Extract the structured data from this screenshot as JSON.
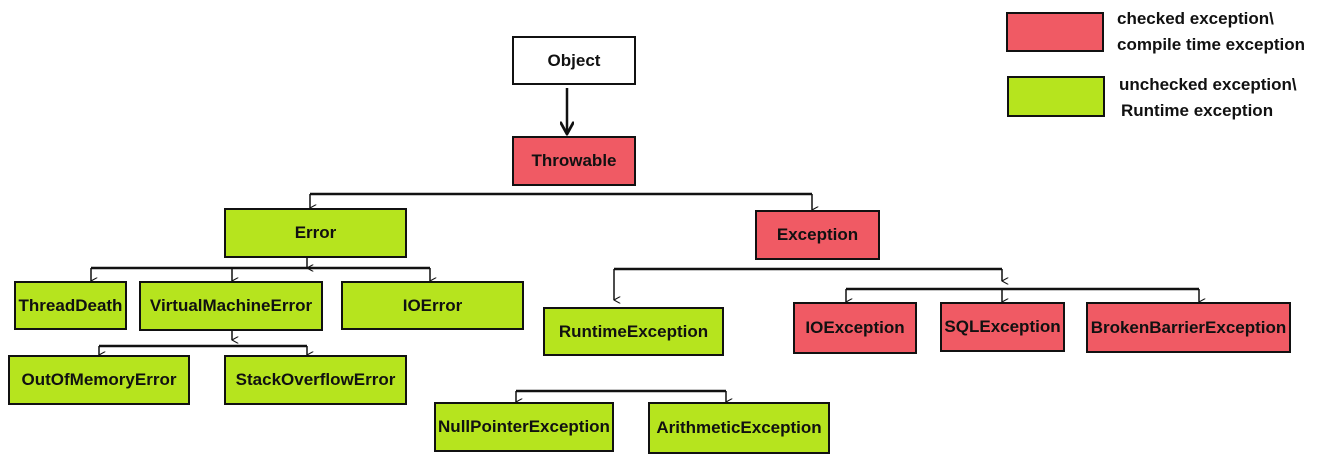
{
  "colors": {
    "checked": "#f05a64",
    "unchecked": "#b6e41e",
    "plain": "#ffffff",
    "line": "#111111"
  },
  "legend": {
    "checked_line1": "checked exception\\",
    "checked_line2": "compile time exception",
    "unchecked_line1": "unchecked exception\\",
    "unchecked_line2": "Runtime exception"
  },
  "nodes": {
    "object": "Object",
    "throwable": "Throwable",
    "error": "Error",
    "exception": "Exception",
    "thread_death": "ThreadDeath",
    "virtual_machine_error": "VirtualMachineError",
    "io_error": "IOError",
    "out_of_memory_error": "OutOfMemoryError",
    "stack_overflow_error": "StackOverflowError",
    "runtime_exception": "RuntimeException",
    "io_exception": "IOException",
    "sql_exception": "SQLException",
    "broken_barrier_exception": "BrokenBarrierException",
    "null_pointer_exception": "NullPointerException",
    "arithmetic_exception": "ArithmeticException"
  }
}
